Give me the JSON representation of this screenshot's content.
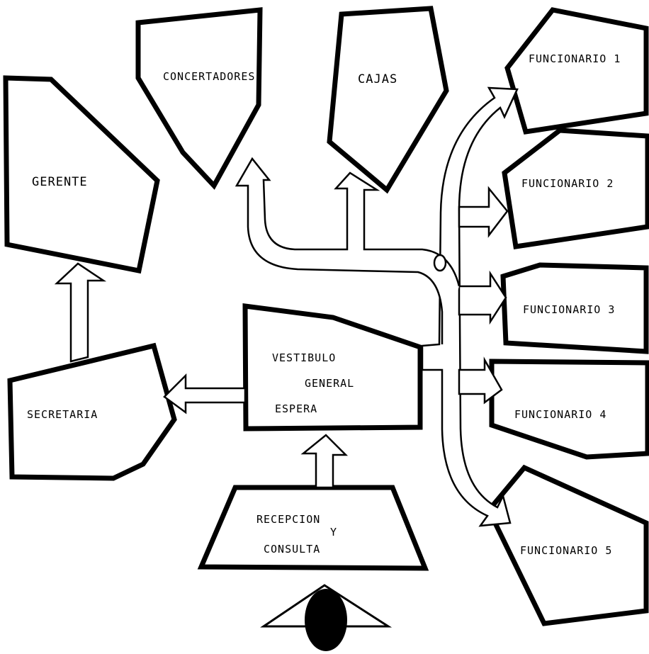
{
  "rooms": {
    "concertadores": "CONCERTADORES",
    "cajas": "CAJAS",
    "gerente": "GERENTE",
    "secretaria": "SECRETARIA",
    "vestibulo": {
      "line1": "VESTIBULO",
      "line2": "GENERAL",
      "line3": "ESPERA"
    },
    "recepcion": {
      "line1": "RECEPCION",
      "line2": "Y",
      "line3": "CONSULTA"
    },
    "funcionarios": [
      "FUNCIONARIO 1",
      "FUNCIONARIO 2",
      "FUNCIONARIO 3",
      "FUNCIONARIO 4",
      "FUNCIONARIO 5"
    ]
  },
  "colors": {
    "stroke": "#000000",
    "fill": "#ffffff",
    "entrance_marker": "#000000"
  }
}
